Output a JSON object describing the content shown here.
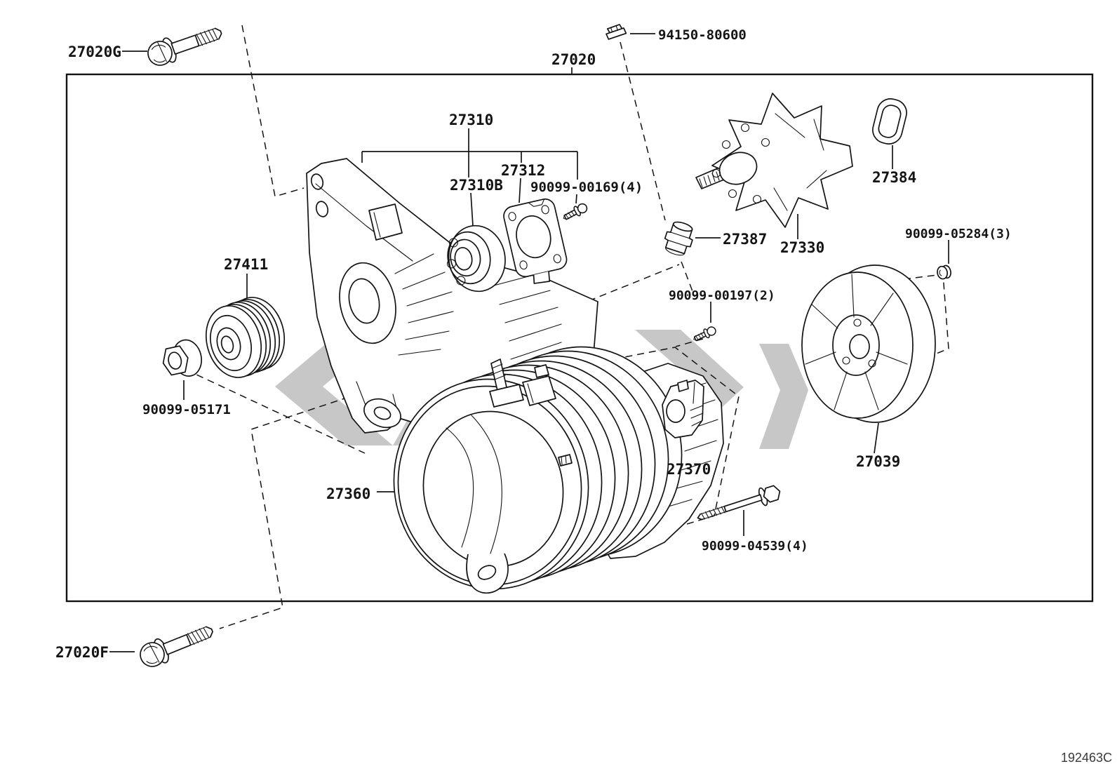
{
  "colors": {
    "line": "#141414",
    "watermark": "#c7c7c7",
    "paper": "#ffffff"
  },
  "footer_code": "192463C",
  "labels": {
    "bolt_upper": "27020G",
    "terminal_nut": "94150-80600",
    "alternator_assy": "27020",
    "drive_end_frame": "27310",
    "bearing_retainer": "27312",
    "bearing": "27310B",
    "retainer_screw": "90099-00169(4)",
    "seal_ring": "27384",
    "collar": "27387",
    "rotor": "27330",
    "cover_nut": "90099-05284(3)",
    "regulator_screw": "90099-00197(2)",
    "rear_cover": "27039",
    "pulley": "27411",
    "pulley_nut": "90099-05171",
    "stator": "27360",
    "regulator": "27370",
    "through_bolt": "90099-04539(4)",
    "bolt_lower": "27020F"
  }
}
